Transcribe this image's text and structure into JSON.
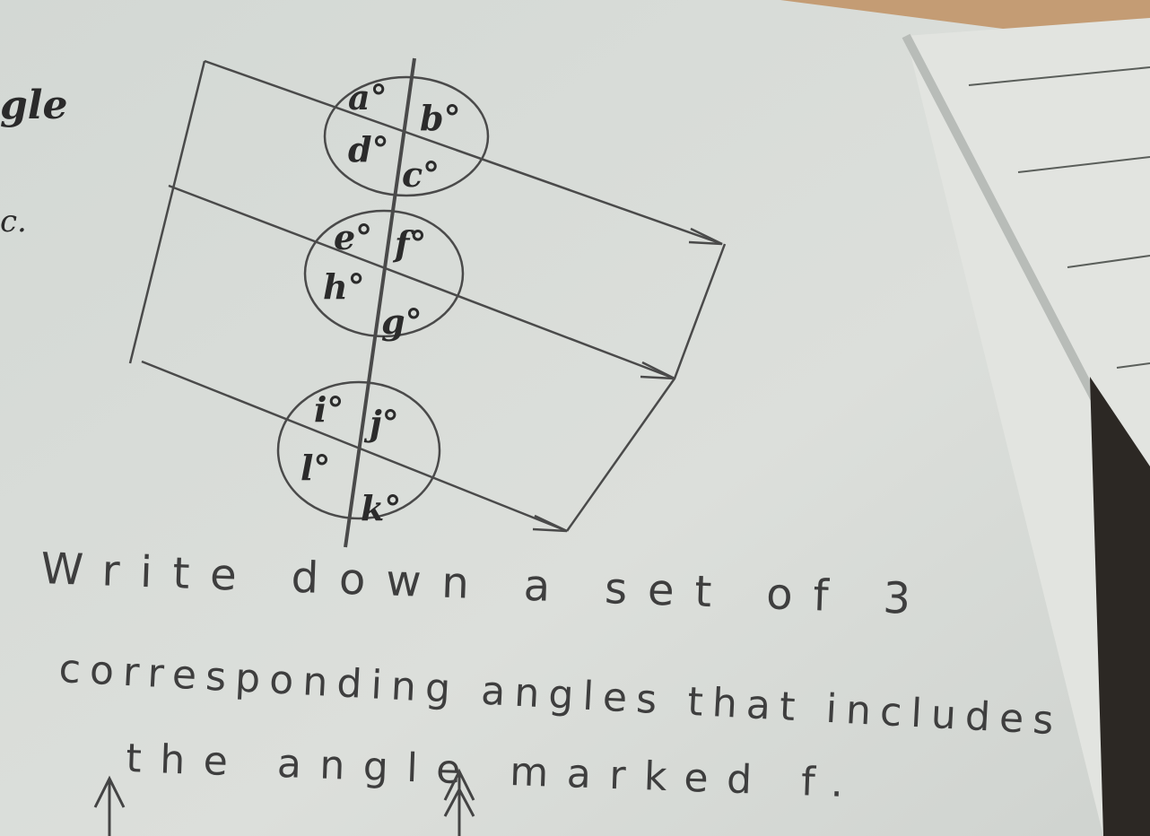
{
  "worksheet": {
    "heading_fragment": "gle",
    "question_label": "c."
  },
  "diagram": {
    "angle_labels": [
      "a°",
      "b°",
      "d°",
      "c°",
      "e°",
      "f°",
      "h°",
      "g°",
      "i°",
      "j°",
      "l°",
      "k°"
    ]
  },
  "handwriting": {
    "line1": "Write down a set of 3",
    "line2": "corresponding angles that includes",
    "line3": "the angle marked f."
  },
  "colors": {
    "paper": "#d6dad6",
    "ink": "#3e3e3e",
    "wood": "#c8a070"
  }
}
